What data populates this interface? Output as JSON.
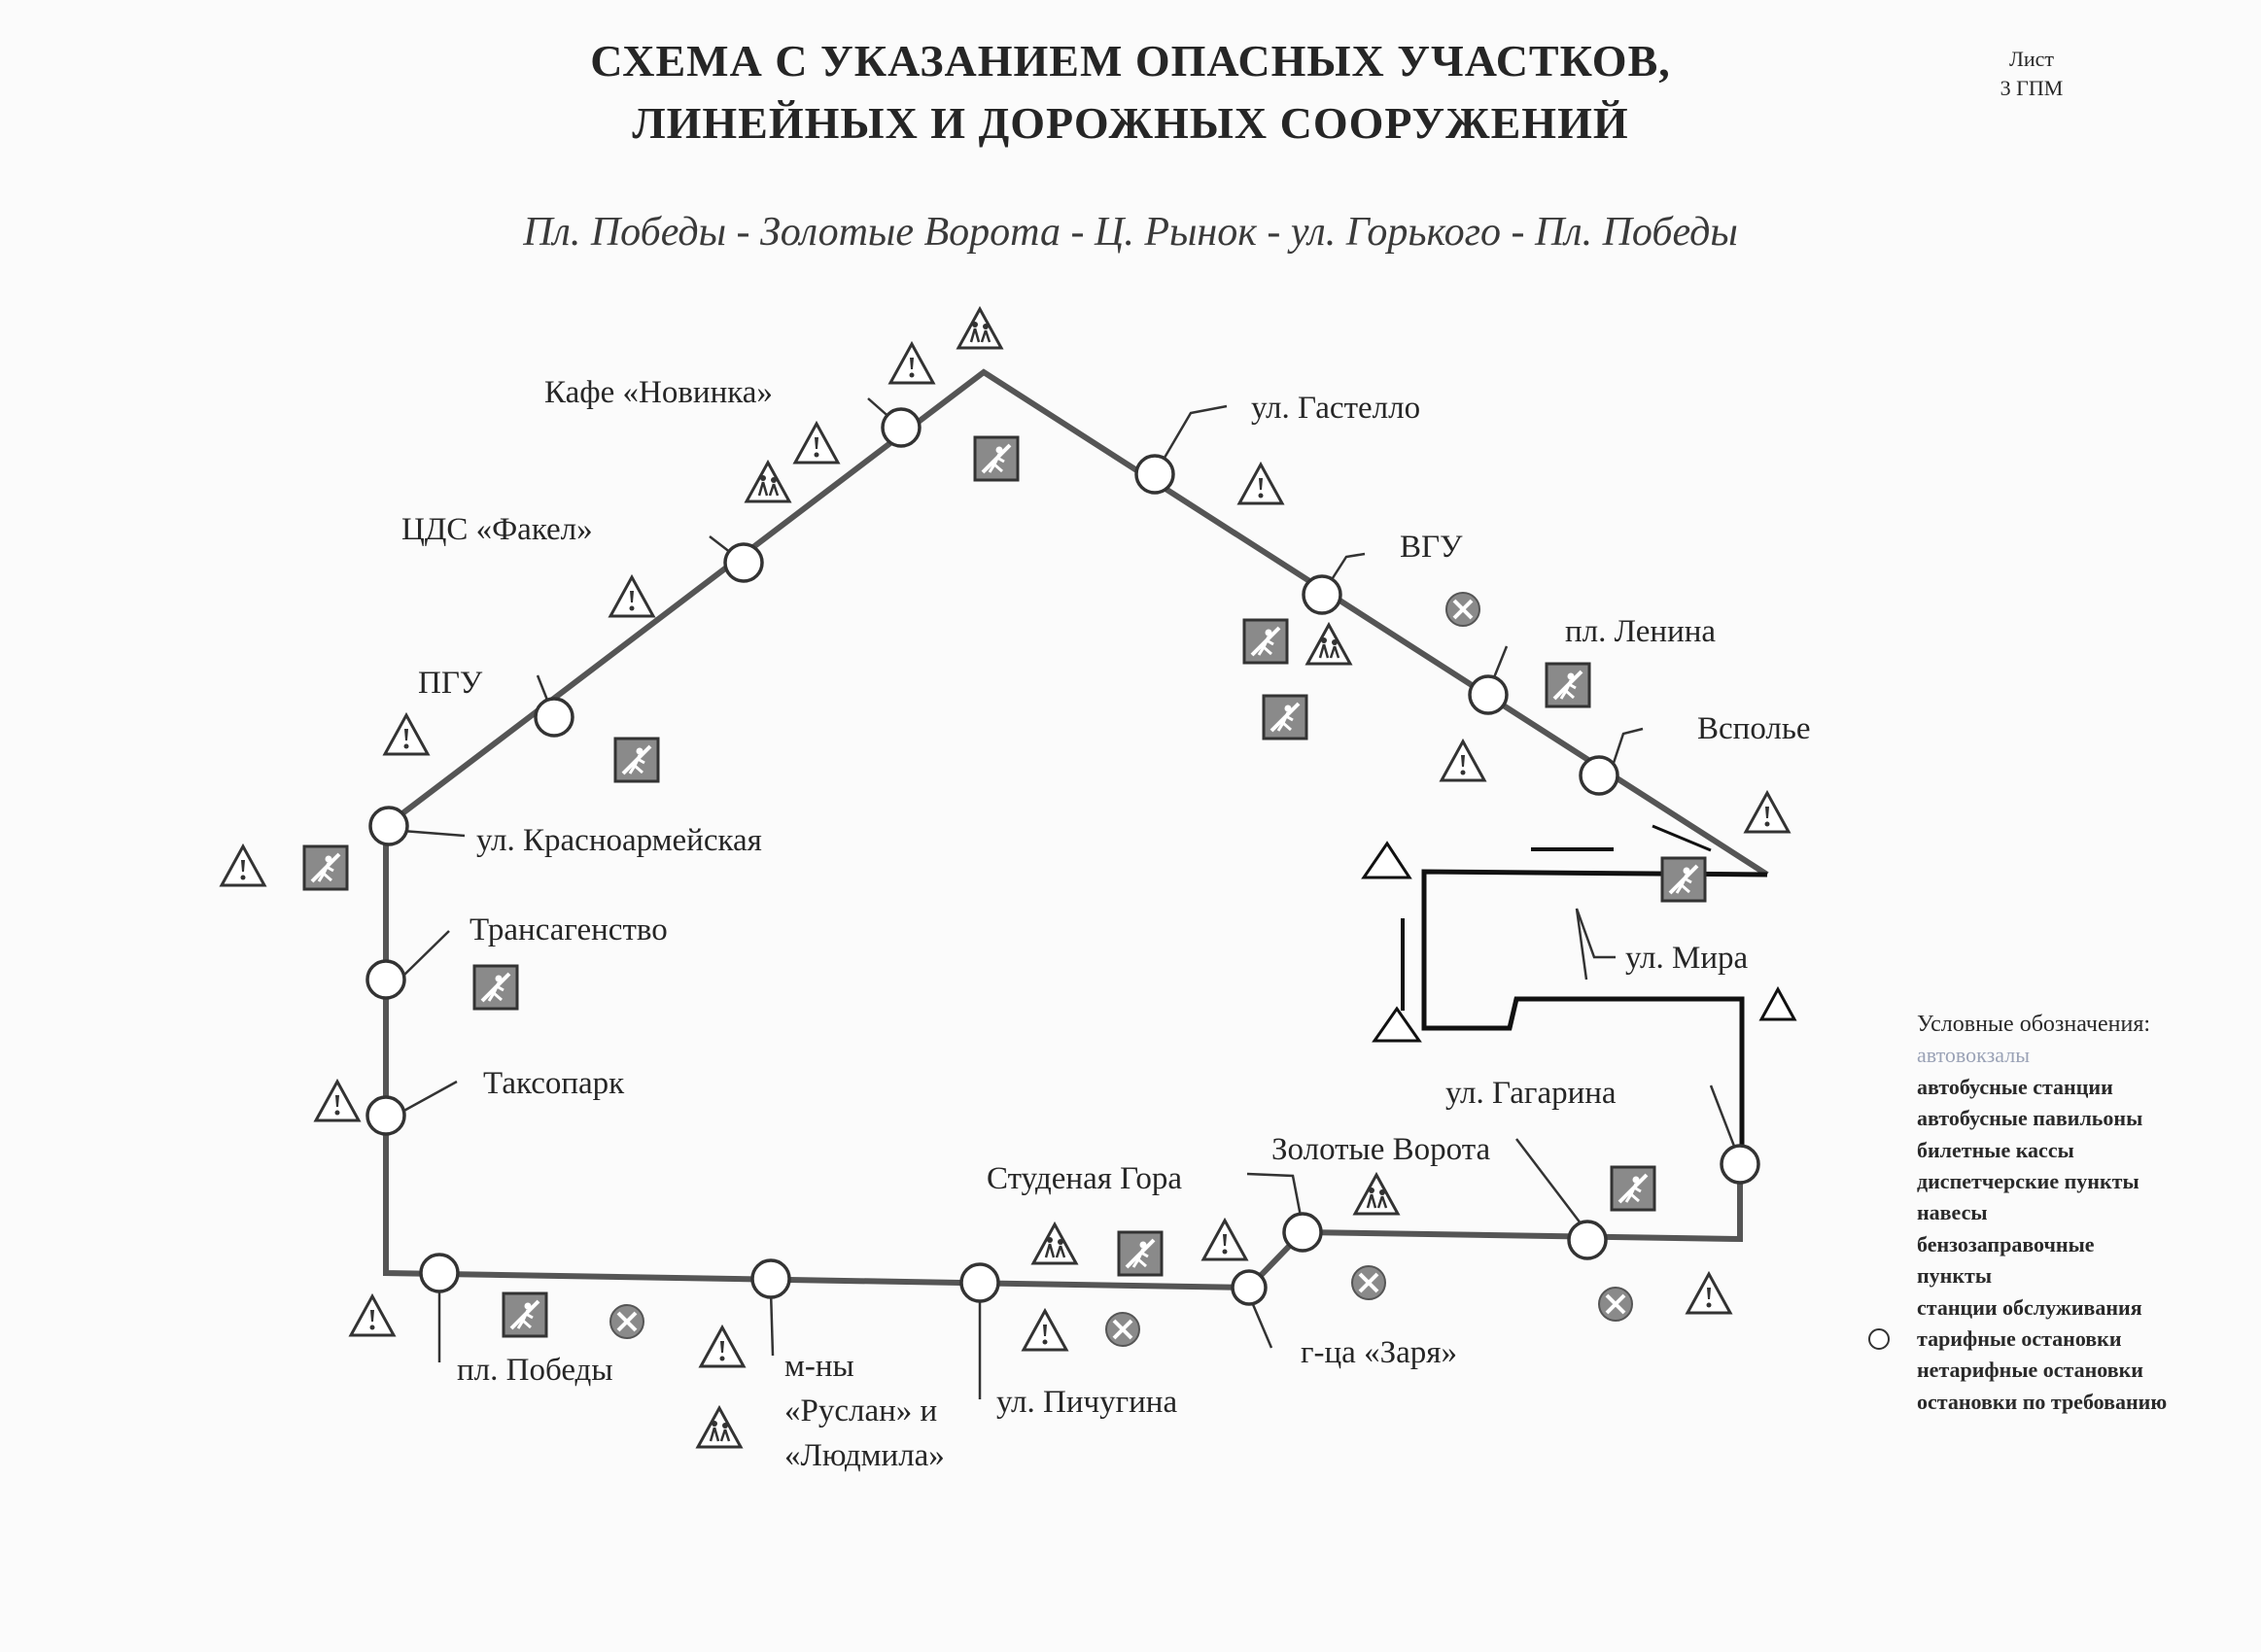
{
  "title_line1": "СХЕМА С УКАЗАНИЕМ ОПАСНЫХ УЧАСТКОВ,",
  "title_line2": "ЛИНЕЙНЫХ И ДОРОЖНЫХ СООРУЖЕНИЙ",
  "sheet": {
    "label": "Лист",
    "code": "3 ГПМ"
  },
  "route": "Пл. Победы - Золотые Ворота - Ц. Рынок - ул. Горького - Пл. Победы",
  "stops": {
    "novinka": "Кафе «Новинка»",
    "fakel": "ЦДС «Факел»",
    "pgu": "ПГУ",
    "krasnoarmeyskaya": "ул. Красноармейская",
    "transagentstvo": "Трансагенство",
    "taksopark": "Таксопарк",
    "pobedy": "пл. Победы",
    "ruslan_line1": "м-ны",
    "ruslan_line2": "«Руслан» и",
    "ruslan_line3": "«Людмила»",
    "pichugina": "ул. Пичугина",
    "studenaya": "Студеная Гора",
    "zarya": "г-ца «Заря»",
    "zolotye": "Золотые Ворота",
    "gagarina": "ул. Гагарина",
    "mira": "ул. Мира",
    "vspolye": "Всполье",
    "lenina": "пл. Ленина",
    "vgu": "ВГУ",
    "gastello": "ул. Гастелло"
  },
  "legend": {
    "heading": "Условные обозначения:",
    "items": [
      "автовокзалы",
      "автобусные станции",
      "автобусные павильоны",
      "билетные кассы",
      "диспетчерские пункты",
      "навесы",
      "бензозаправочные",
      "пункты",
      "станции обслуживания",
      "тарифные остановки",
      "нетарифные остановки",
      "остановки по требованию"
    ]
  },
  "colors": {
    "ink": "#262626",
    "sign_fill": "#8a8a8a",
    "paper": "#fbfbfb"
  }
}
